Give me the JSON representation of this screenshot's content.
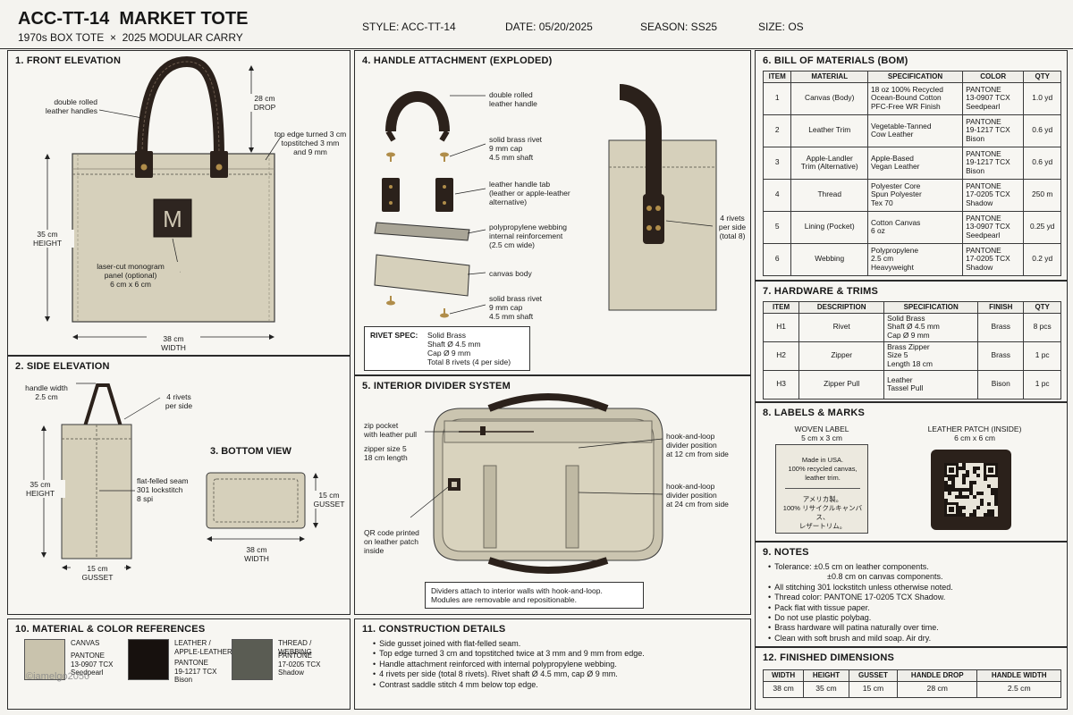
{
  "header": {
    "title": "ACC-TT-14  MARKET TOTE",
    "subtitle": "1970s BOX TOTE  ×  2025 MODULAR CARRY",
    "style": "STYLE:  ACC-TT-14",
    "date": "DATE: 05/20/2025",
    "season": "SEASON: SS25",
    "size": "SIZE: OS"
  },
  "front": {
    "title": "1. FRONT ELEVATION",
    "handles": "double rolled\nleather handles",
    "drop": "28 cm\nDROP",
    "top_edge": "top edge turned 3 cm\ntopstitched 3 mm\nand 9 mm",
    "height": "35 cm\nHEIGHT",
    "monogram": "laser-cut monogram\npanel (optional)\n6 cm x 6 cm",
    "monogram_letter": "M",
    "width": "38 cm\nWIDTH"
  },
  "side": {
    "title": "2. SIDE ELEVATION",
    "handle_width": "handle width\n2.5 cm",
    "rivets": "4 rivets\nper side",
    "seam": "flat-felled seam\n301 lockstitch\n8 spi",
    "height": "35 cm\nHEIGHT",
    "gusset": "15 cm\nGUSSET"
  },
  "bottom": {
    "title": "3. BOTTOM VIEW",
    "gusset": "15 cm\nGUSSET",
    "width": "38 cm\nWIDTH"
  },
  "handle": {
    "title": "4. HANDLE ATTACHMENT (EXPLODED)",
    "l1": "double rolled\nleather handle",
    "l2": "solid brass rivet\n9 mm cap\n4.5 mm shaft",
    "l3": "leather handle tab\n(leather or apple-leather\nalternative)",
    "l4": "polypropylene webbing\ninternal reinforcement\n(2.5 cm wide)",
    "l5": "canvas body",
    "l6": "solid brass rivet\n9 mm cap\n4.5 mm shaft",
    "detail": "4 rivets\nper side\n(total 8)",
    "spec_label": "RIVET SPEC:",
    "spec": "Solid Brass\nShaft Ø 4.5 mm\nCap Ø 9 mm\nTotal 8 rivets (4 per side)"
  },
  "interior": {
    "title": "5. INTERIOR DIVIDER SYSTEM",
    "zip": "zip pocket\nwith leather pull",
    "zip_size": "zipper size 5\n18 cm length",
    "qr": "QR code printed\non leather patch\ninside",
    "d1": "hook-and-loop\ndivider position\nat 12 cm from side",
    "d2": "hook-and-loop\ndivider position\nat 24 cm from side",
    "note": "Dividers attach to interior walls with hook-and-loop.\nModules are removable and repositionable."
  },
  "bom": {
    "title": "6. BILL OF MATERIALS (BOM)",
    "headers": [
      "ITEM",
      "MATERIAL",
      "SPECIFICATION",
      "COLOR",
      "QTY"
    ],
    "rows": [
      [
        "1",
        "Canvas (Body)",
        "18 oz 100% Recycled\nOcean-Bound Cotton\nPFC-Free WR Finish",
        "PANTONE\n13-0907 TCX\nSeedpearl",
        "1.0 yd"
      ],
      [
        "2",
        "Leather Trim",
        "Vegetable-Tanned\nCow Leather",
        "PANTONE\n19-1217 TCX\nBison",
        "0.6 yd"
      ],
      [
        "3",
        "Apple-Landler\nTrim (Alternative)",
        "Apple-Based\nVegan Leather",
        "PANTONE\n19-1217 TCX\nBison",
        "0.6 yd"
      ],
      [
        "4",
        "Thread",
        "Polyester Core\nSpun Polyester\nTex 70",
        "PANTONE\n17-0205 TCX\nShadow",
        "250 m"
      ],
      [
        "5",
        "Lining (Pocket)",
        "Cotton Canvas\n6 oz",
        "PANTONE\n13-0907 TCX\nSeedpearl",
        "0.25 yd"
      ],
      [
        "6",
        "Webbing",
        "Polypropylene\n2.5 cm\nHeavyweight",
        "PANTONE\n17-0205 TCX\nShadow",
        "0.2 yd"
      ]
    ]
  },
  "hardware": {
    "title": "7. HARDWARE & TRIMS",
    "headers": [
      "ITEM",
      "DESCRIPTION",
      "SPECIFICATION",
      "FINISH",
      "QTY"
    ],
    "rows": [
      [
        "H1",
        "Rivet",
        "Solid Brass\nShaft Ø 4.5 mm\nCap Ø 9 mm",
        "Brass",
        "8 pcs"
      ],
      [
        "H2",
        "Zipper",
        "Brass Zipper\nSize 5\nLength 18 cm",
        "Brass",
        "1 pc"
      ],
      [
        "H3",
        "Zipper Pull",
        "Leather\nTassel Pull",
        "Bison",
        "1 pc"
      ]
    ]
  },
  "labels": {
    "title": "8. LABELS & MARKS",
    "woven_title": "WOVEN LABEL\n5 cm x 3 cm",
    "woven_en": "Made in USA.\n100% recycled canvas,\nleather trim.",
    "woven_jp": "アメリカ製。\n100% リサイクルキャンバス、\nレザートリム。",
    "patch_title": "LEATHER PATCH (INSIDE)\n6 cm x 6 cm"
  },
  "notes": {
    "title": "9. NOTES",
    "items": [
      "Tolerance: ±0.5 cm on leather components.",
      "±0.8 cm on canvas components.",
      "All stitching 301 lockstitch unless otherwise noted.",
      "Thread color: PANTONE 17-0205 TCX Shadow.",
      "Pack flat with tissue paper.",
      "Do not use plastic polybag.",
      "Brass hardware will patina naturally over time.",
      "Clean with soft brush and mild soap. Air dry."
    ]
  },
  "finished": {
    "title": "12.  FINISHED DIMENSIONS",
    "headers": [
      "WIDTH",
      "HEIGHT",
      "GUSSET",
      "HANDLE DROP",
      "HANDLE WIDTH"
    ],
    "values": [
      "38 cm",
      "35 cm",
      "15 cm",
      "28 cm",
      "2.5 cm"
    ]
  },
  "materials": {
    "title": "10. MATERIAL & COLOR REFERENCES",
    "swatches": [
      {
        "name": "CANVAS",
        "code": "PANTONE\n13-0907 TCX\nSeedpearl",
        "color": "#c9c3ad"
      },
      {
        "name": "LEATHER /\nAPPLE-LEATHER",
        "code": "PANTONE\n19-1217 TCX\nBison",
        "color": "#17110e"
      },
      {
        "name": "THREAD / WEBBING",
        "code": "PANTONE\n17-0205 TCX\nShadow",
        "color": "#5a5c53"
      }
    ],
    "watermark": "©iamelgo2050"
  },
  "construction": {
    "title": "11. CONSTRUCTION DETAILS",
    "items": [
      "Side gusset joined with flat-felled seam.",
      "Top edge turned 3 cm and topstitched twice at 3 mm and 9 mm from edge.",
      "Handle attachment reinforced with internal polypropylene webbing.",
      "4 rivets per side (total 8 rivets). Rivet shaft Ø 4.5 mm, cap Ø 9 mm.",
      "Contrast saddle stitch 4 mm below top edge."
    ]
  },
  "colors": {
    "canvas": "#d8d2bd",
    "leather": "#2b211b",
    "brass": "#b08d4a"
  }
}
